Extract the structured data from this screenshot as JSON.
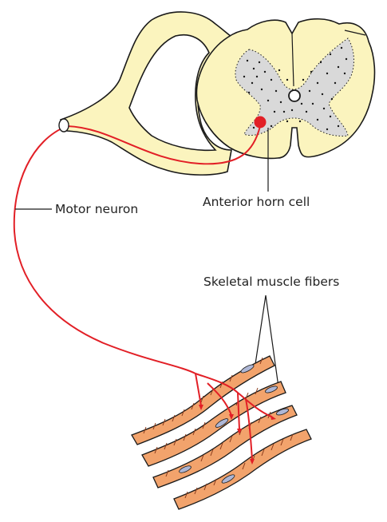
{
  "labels": {
    "motor_neuron": "Motor neuron",
    "anterior_horn_cell": "Anterior horn cell",
    "skeletal_muscle_fibers": "Skeletal muscle fibers"
  },
  "colors": {
    "spinal_cord_white_matter": "#fbf4be",
    "gray_matter": "#d9d9d9",
    "neuron": "#e21f26",
    "muscle_fiber": "#f2a36c",
    "muscle_striation": "#8a3a1a",
    "nucleus": "#aeb7d6",
    "outline": "#1a1a1a"
  },
  "icons": {
    "neuron_cell_body": "red-dot-icon"
  }
}
